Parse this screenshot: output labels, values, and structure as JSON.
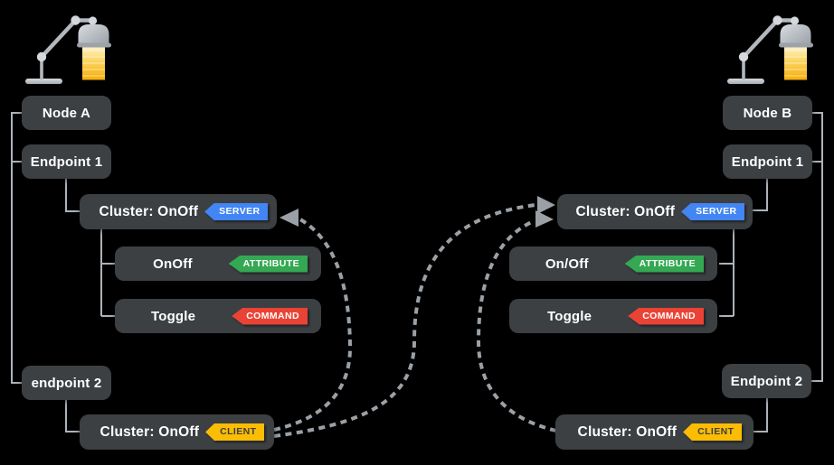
{
  "colors": {
    "background": "#000000",
    "box_fill": "#3c4043",
    "box_text": "#ffffff",
    "connector_line": "#adb3b9",
    "dashed_arrow": "#9aa0a6",
    "server_badge": "#4285f4",
    "attribute_badge": "#34a853",
    "command_badge": "#ea4335",
    "client_badge": "#fbbc04",
    "client_badge_text": "#3c4043",
    "lamp_metal": "#b3b8be",
    "lamp_light": "#fbbc04"
  },
  "badges": {
    "server": {
      "label": "SERVER"
    },
    "attribute": {
      "label": "ATTRIBUTE"
    },
    "command": {
      "label": "COMMAND"
    },
    "client": {
      "label": "CLIENT"
    }
  },
  "node_a": {
    "title": "Node A",
    "endpoint1": "Endpoint 1",
    "cluster_server": "Cluster: OnOff",
    "attribute": "OnOff",
    "command": "Toggle",
    "endpoint2": "endpoint 2",
    "cluster_client": "Cluster: OnOff"
  },
  "node_b": {
    "title": "Node B",
    "endpoint1": "Endpoint 1",
    "cluster_server": "Cluster: OnOff",
    "attribute": "On/Off",
    "command": "Toggle",
    "endpoint2": "Endpoint 2",
    "cluster_client": "Cluster: OnOff"
  },
  "icons": {
    "left_lamp": "desk-lamp-icon",
    "right_lamp": "desk-lamp-icon"
  },
  "arrows": [
    {
      "from": "node-a-cluster-client",
      "to": "node-a-cluster-server",
      "style": "dashed-curve"
    },
    {
      "from": "node-a-cluster-client",
      "to": "node-b-cluster-server",
      "style": "dashed-curve"
    },
    {
      "from": "node-b-cluster-client",
      "to": "node-b-cluster-server",
      "style": "dashed-curve"
    }
  ]
}
